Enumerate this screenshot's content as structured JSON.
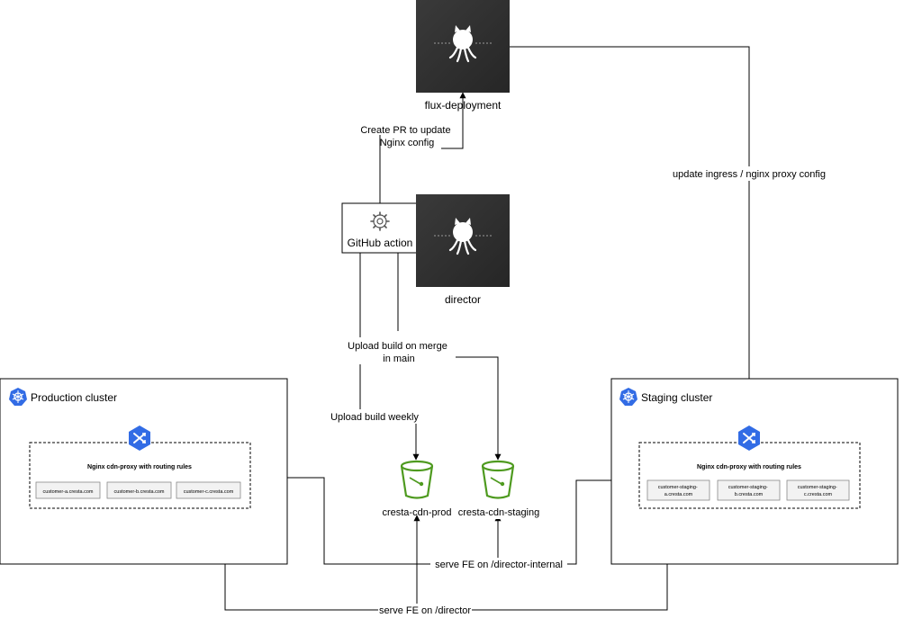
{
  "repos": {
    "flux": {
      "name": "flux-deployment",
      "icon": "github-octocat-icon"
    },
    "director": {
      "name": "director",
      "icon": "github-octocat-icon"
    }
  },
  "github_action": {
    "label": "GitHub action",
    "icon": "gear-icon"
  },
  "edges": {
    "create_pr": [
      "Create PR to update",
      "Nginx config"
    ],
    "update_ingress": "update ingress / nginx proxy  config",
    "upload_merge": [
      "Upload build on merge",
      "in main"
    ],
    "upload_weekly": "Upload build weekly",
    "serve_internal": "serve FE on /director-internal",
    "serve_director": "serve FE on /director"
  },
  "clusters": {
    "production": {
      "title": "Production cluster",
      "icon": "kubernetes-icon",
      "proxy_icon": "nginx-proxy-icon",
      "proxy_title": "Nginx cdn-proxy with routing rules",
      "hosts": [
        [
          "customer-a.cresta.com"
        ],
        [
          "customer-b.cresta.com"
        ],
        [
          "customer-c.cresta.com"
        ]
      ]
    },
    "staging": {
      "title": "Staging cluster",
      "icon": "kubernetes-icon",
      "proxy_icon": "nginx-proxy-icon",
      "proxy_title": "Nginx cdn-proxy with routing rules",
      "hosts": [
        [
          "customer-staging-",
          "a.cresta.com"
        ],
        [
          "customer-staging-",
          "b.cresta.com"
        ],
        [
          "customer-staging-",
          "c.cresta.com"
        ]
      ]
    }
  },
  "buckets": {
    "prod": {
      "label": "cresta-cdn-prod",
      "icon": "s3-bucket-icon"
    },
    "staging": {
      "label": "cresta-cdn-staging",
      "icon": "s3-bucket-icon"
    }
  },
  "colors": {
    "bucket": "#4e9a1f",
    "k8s": "#326ce5",
    "repo_bg": "#2d2d2d"
  }
}
